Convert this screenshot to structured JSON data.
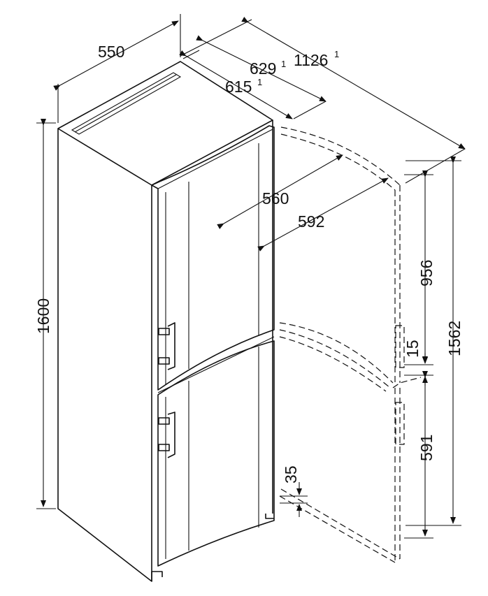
{
  "dimensions": {
    "width": "550",
    "depth_629": "629",
    "depth_629_note": "1",
    "depth_615": "615",
    "depth_615_note": "1",
    "door_open_depth": "1126",
    "door_open_depth_note": "1",
    "inner_560": "560",
    "inner_592": "592",
    "height": "1600",
    "hinge_height": "1562",
    "upper_door": "956",
    "gap": "15",
    "lower_door": "591",
    "plinth": "35"
  }
}
